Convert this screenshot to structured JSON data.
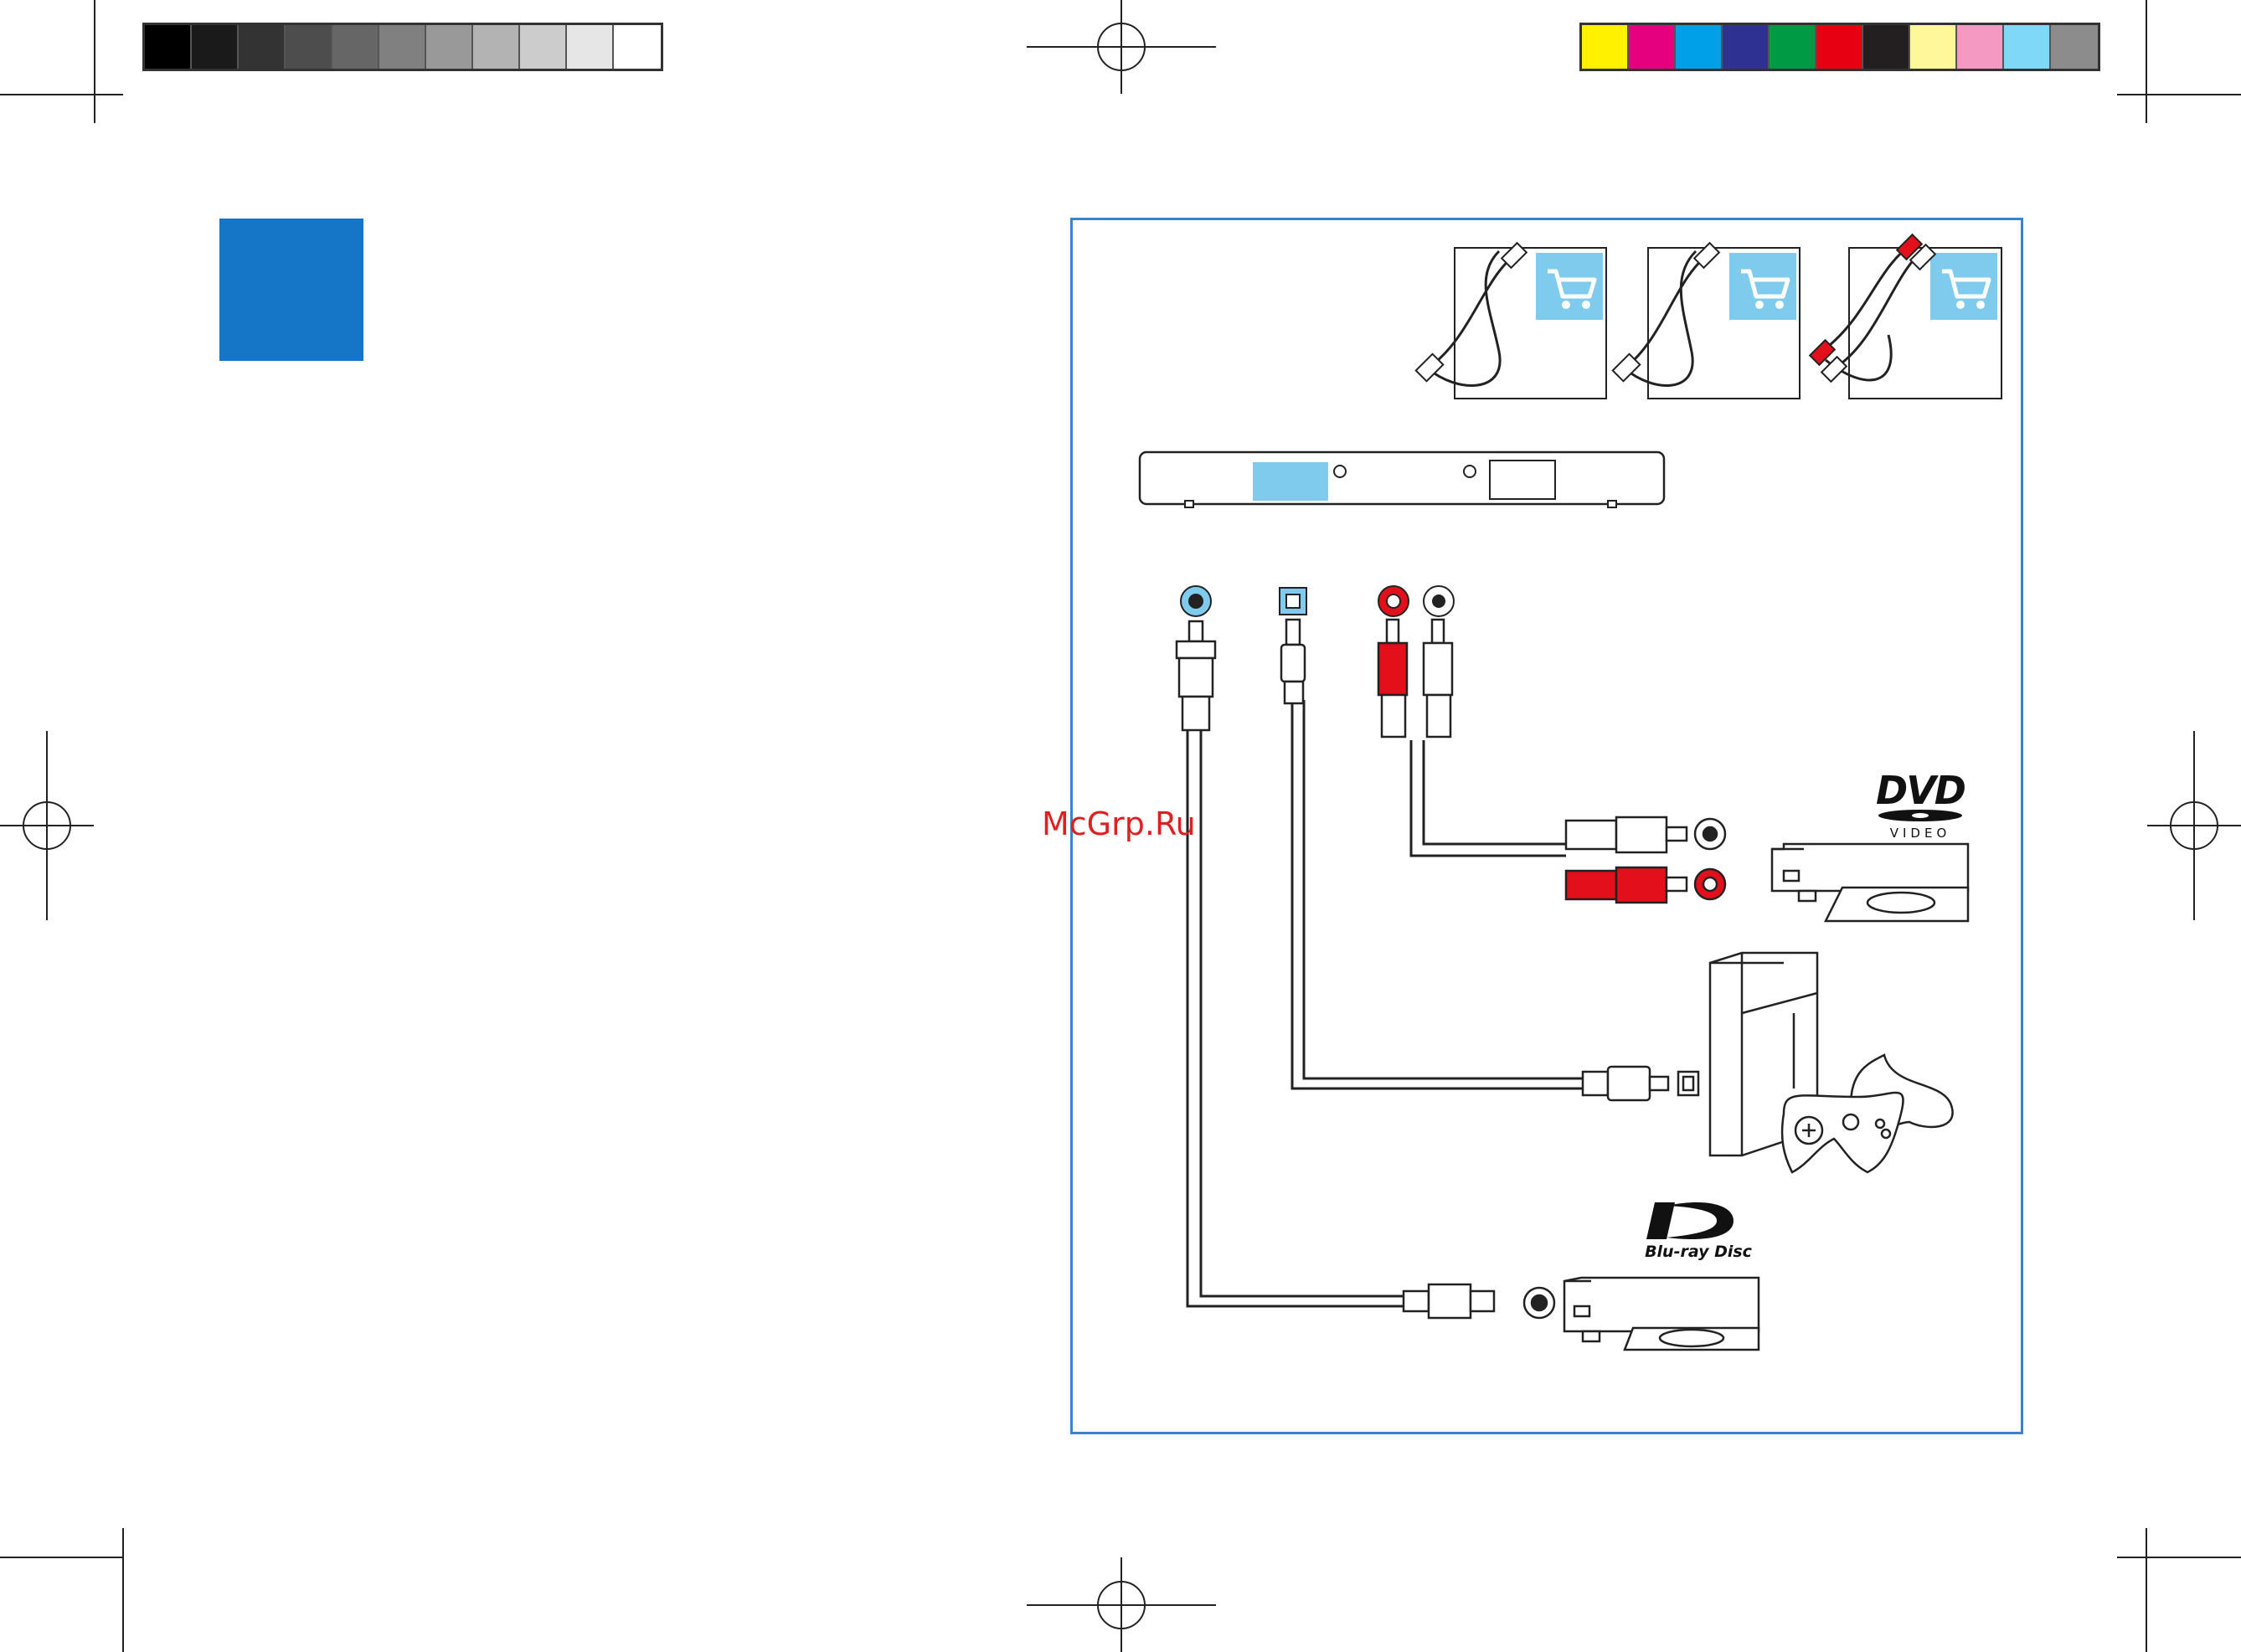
{
  "watermark": "McGrp.Ru",
  "logos": {
    "dvd_main": "DVD",
    "dvd_sub": "VIDEO",
    "bluray": "Blu-ray Disc"
  },
  "colors": {
    "accent_blue": "#1575c6",
    "frame_blue": "#3b83cc",
    "highlight_blue": "#7fcbee",
    "rca_red": "#e3101b"
  },
  "gray_swatches": [
    "#000000",
    "#1a1a1a",
    "#333333",
    "#4d4d4d",
    "#666666",
    "#808080",
    "#999999",
    "#b3b3b3",
    "#cccccc",
    "#e6e6e6",
    "#ffffff"
  ],
  "color_swatches": [
    "#fff100",
    "#e4007f",
    "#00a0e9",
    "#2e3192",
    "#009944",
    "#e60012",
    "#231f20",
    "#fff799",
    "#f49ac2",
    "#7fd8f8",
    "#8c8c8c"
  ],
  "icons": [
    "coaxial-cable-package-icon",
    "optical-cable-package-icon",
    "rca-cable-package-icon",
    "shopping-cart-icon",
    "soundbar-icon",
    "dvd-player-icon",
    "game-console-icon",
    "gamepad-icon",
    "bluray-player-icon"
  ]
}
